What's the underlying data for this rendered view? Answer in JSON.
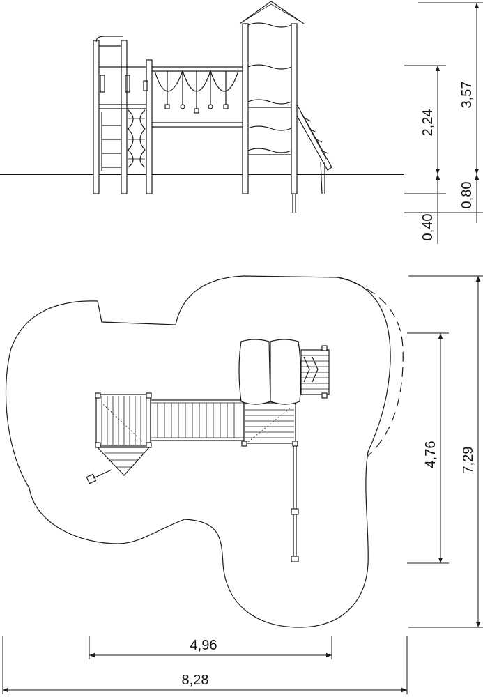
{
  "dimensions": {
    "side_height_platform": "2,24",
    "side_height_total": "3,57",
    "side_below_ground_short": "0,40",
    "side_below_ground_long": "0,80",
    "plan_depth_inner": "4,76",
    "plan_depth_total": "7,29",
    "plan_width_inner": "4,96",
    "plan_width_total": "8,28"
  }
}
